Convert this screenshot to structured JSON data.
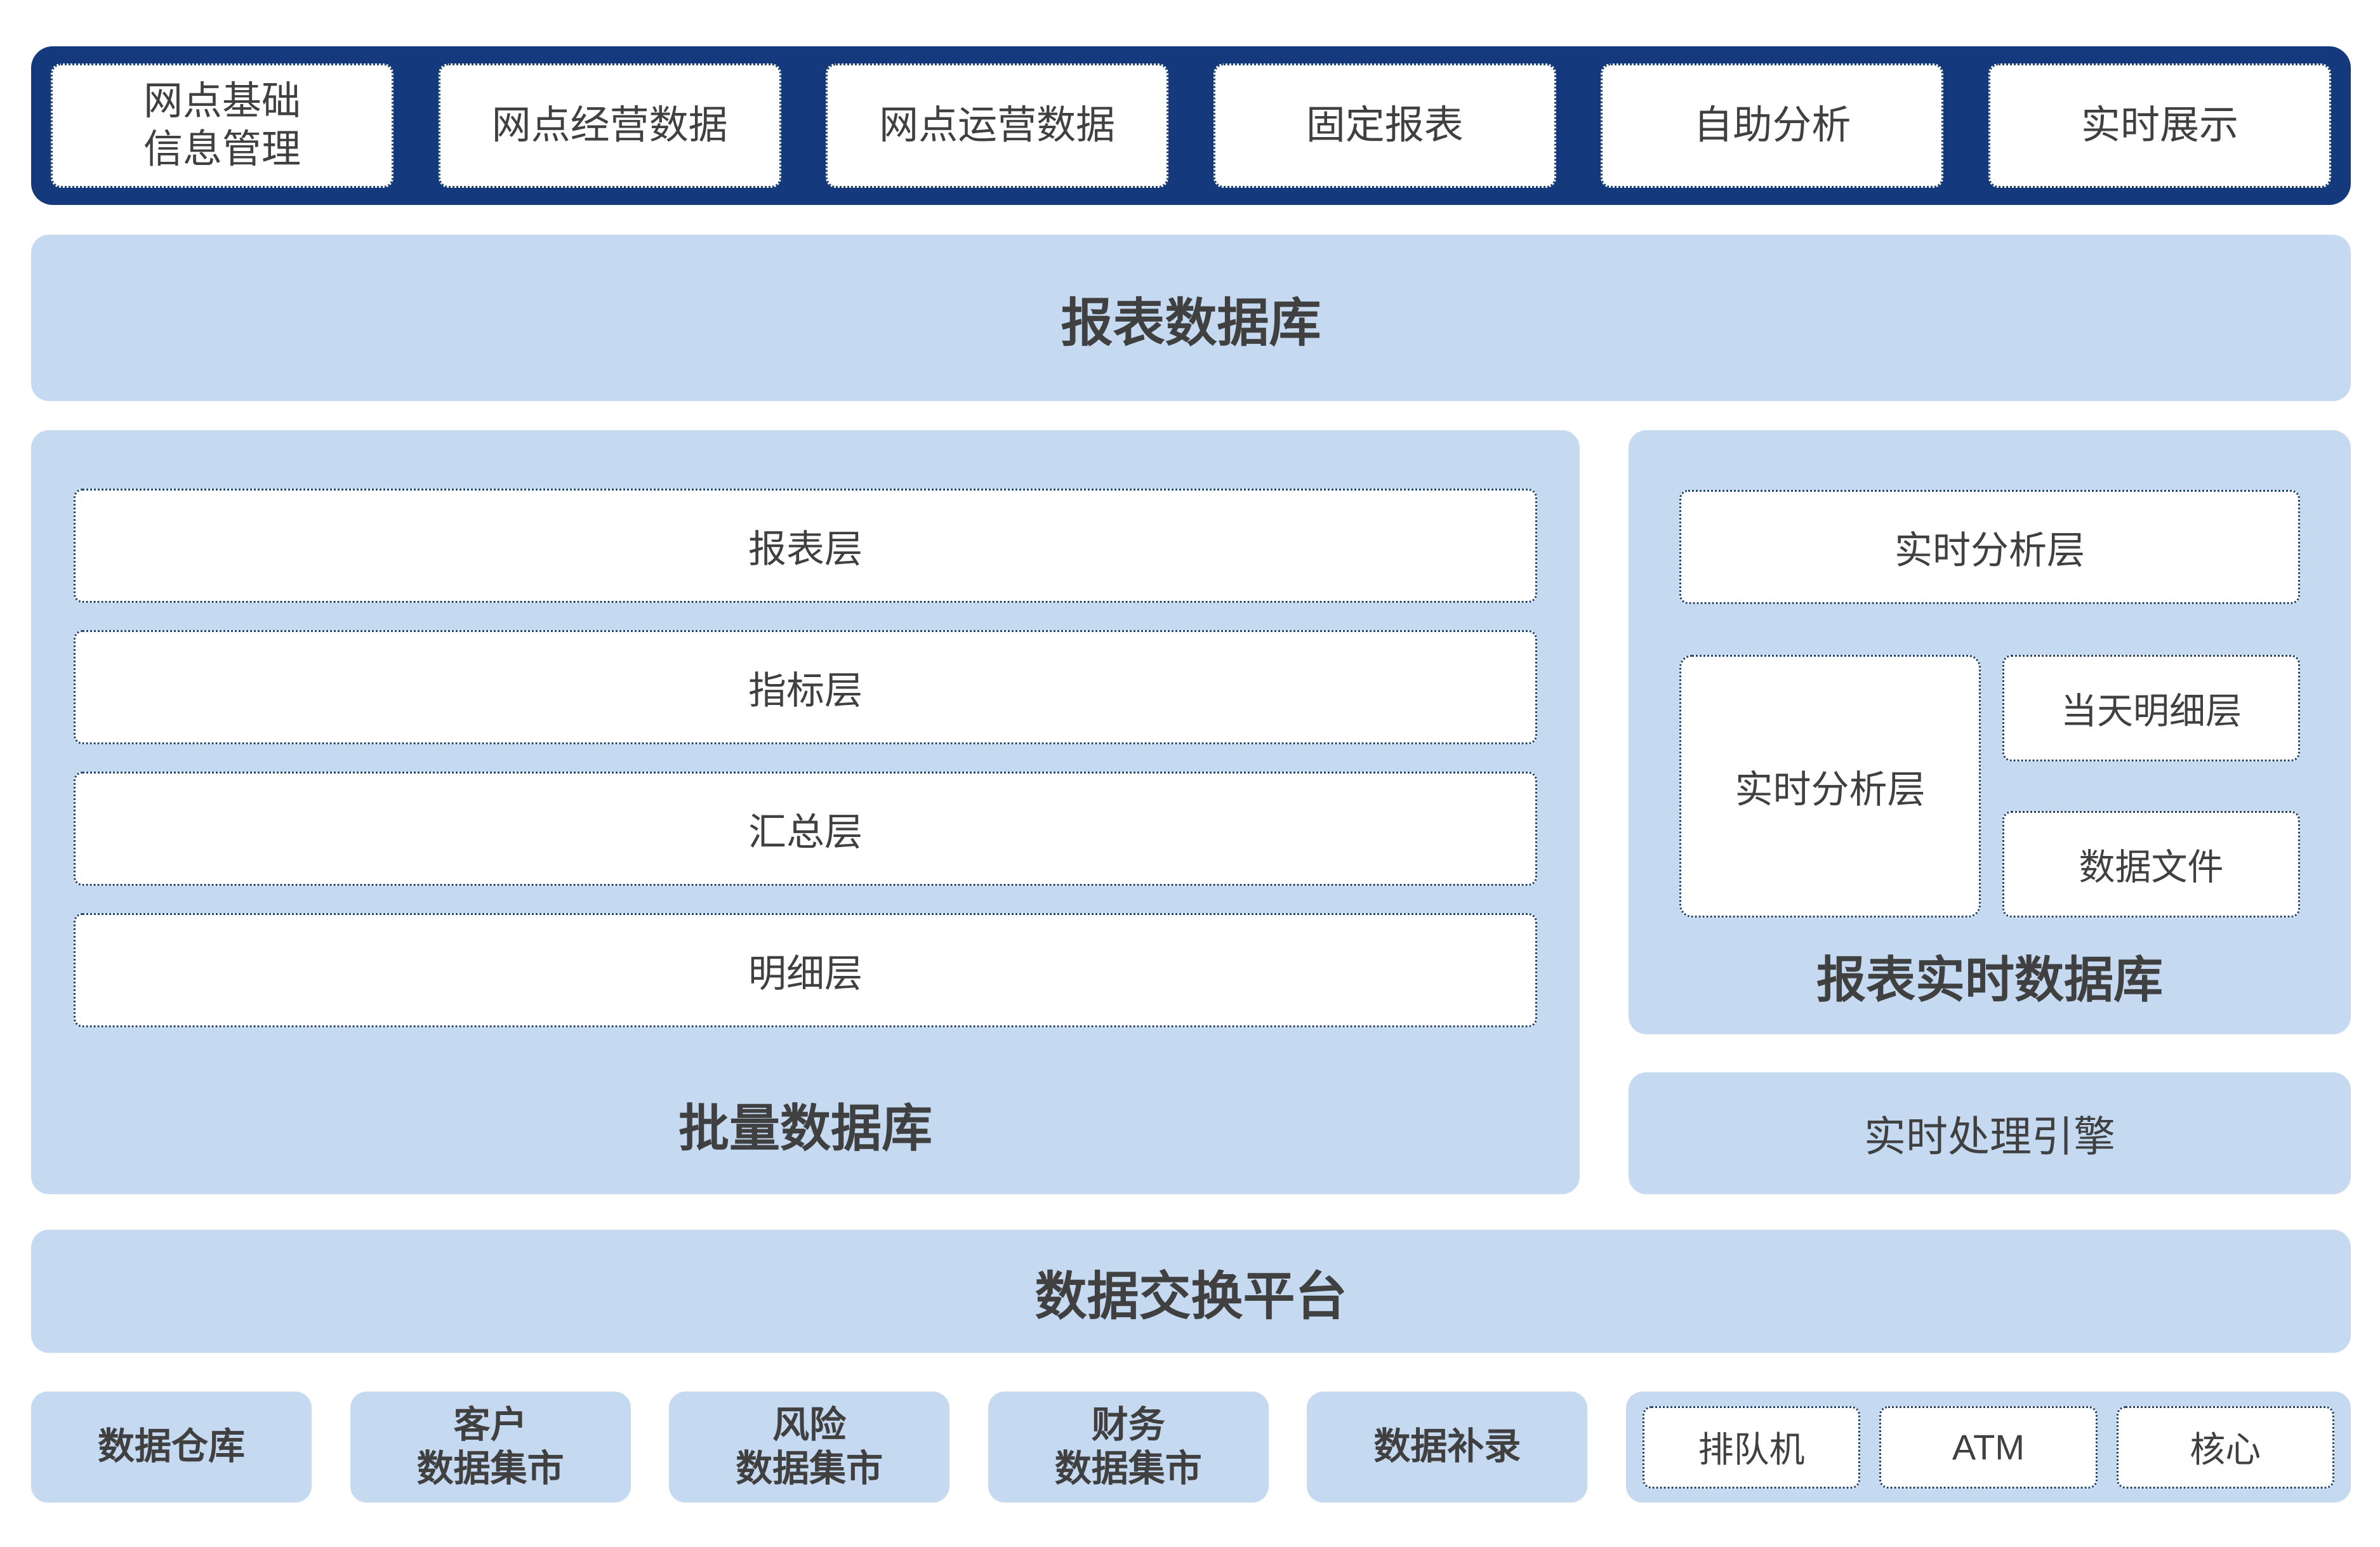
{
  "colors": {
    "navy_bar": "#143A7D",
    "panel_blue": "#C5D9F0",
    "node_border": "#1E4570",
    "node_fill": "#FFFFFF",
    "text": "#404040"
  },
  "top_bar": {
    "items": [
      "网点基础\n信息管理",
      "网点经营数据",
      "网点运营数据",
      "固定报表",
      "自助分析",
      "实时展示"
    ]
  },
  "bands": {
    "report_db": "报表数据库",
    "exchange": "数据交换平台"
  },
  "batch_panel": {
    "layers": [
      "报表层",
      "指标层",
      "汇总层",
      "明细层"
    ],
    "title": "批量数据库"
  },
  "realtime_panel": {
    "top_box": "实时分析层",
    "left_box": "实时分析层",
    "right_boxes": [
      "当天明细层",
      "数据文件"
    ],
    "title": "报表实时数据库"
  },
  "engine": {
    "label": "实时处理引擎"
  },
  "sources": [
    "数据仓库",
    "客户\n数据集市",
    "风险\n数据集市",
    "财务\n数据集市",
    "数据补录"
  ],
  "channels": [
    "排队机",
    "ATM",
    "核心"
  ]
}
